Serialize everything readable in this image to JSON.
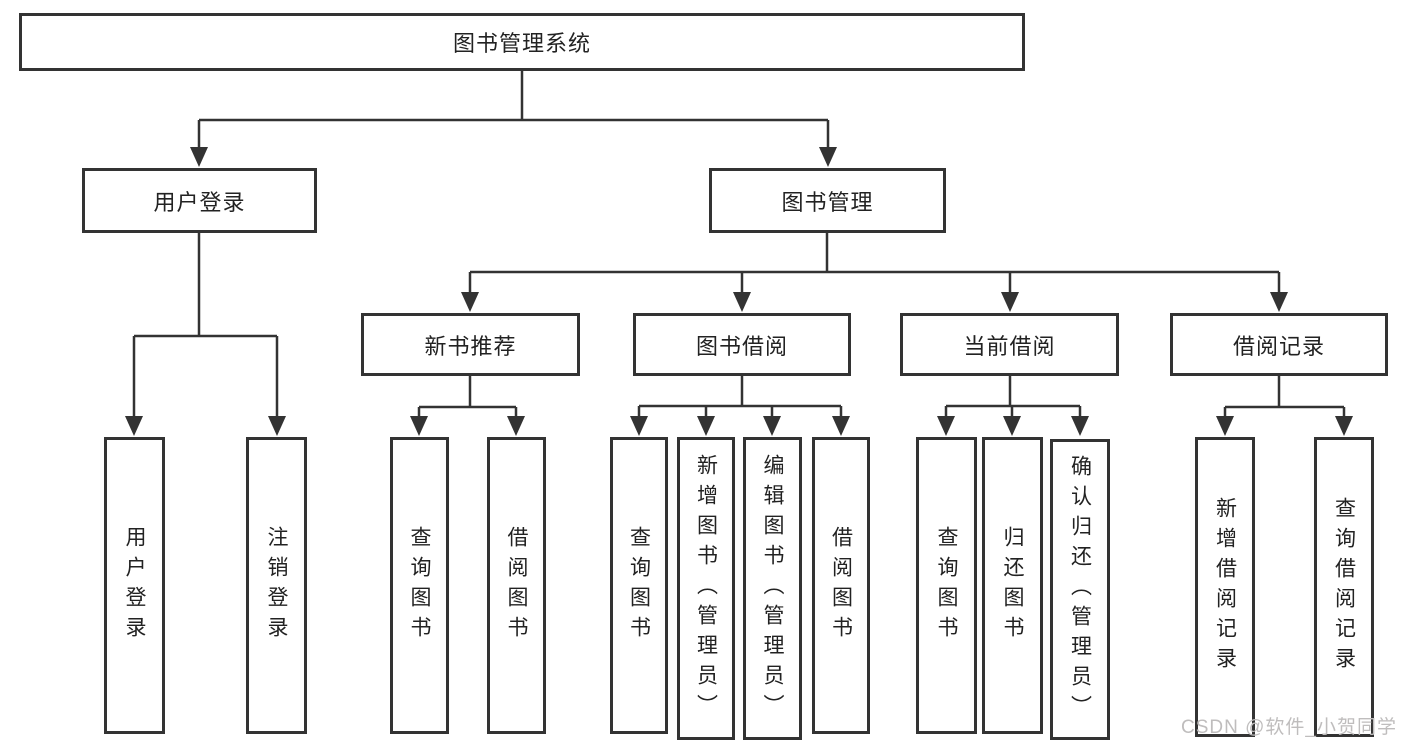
{
  "watermark": "CSDN @软件_小贺同学",
  "line_color": "#333333",
  "nodes": {
    "root": "图书管理系统",
    "level1": {
      "user_login": "用户登录",
      "book_management": "图书管理"
    },
    "level2": {
      "new_book_recommend": "新书推荐",
      "book_borrow": "图书借阅",
      "current_borrow": "当前借阅",
      "borrow_records": "借阅记录"
    },
    "leaves": {
      "login": "用户登录",
      "logout": "注销登录",
      "recommend_query_books": "查询图书",
      "recommend_borrow_books": "借阅图书",
      "borrow_query_books": "查询图书",
      "borrow_add_books_admin": "新增图书（管理员）",
      "borrow_edit_books_admin": "编辑图书（管理员）",
      "borrow_borrow_books": "借阅图书",
      "current_query_books": "查询图书",
      "current_return_books": "归还图书",
      "current_confirm_return_admin": "确认归还（管理员）",
      "records_add_record": "新增借阅记录",
      "records_query_record": "查询借阅记录"
    }
  }
}
